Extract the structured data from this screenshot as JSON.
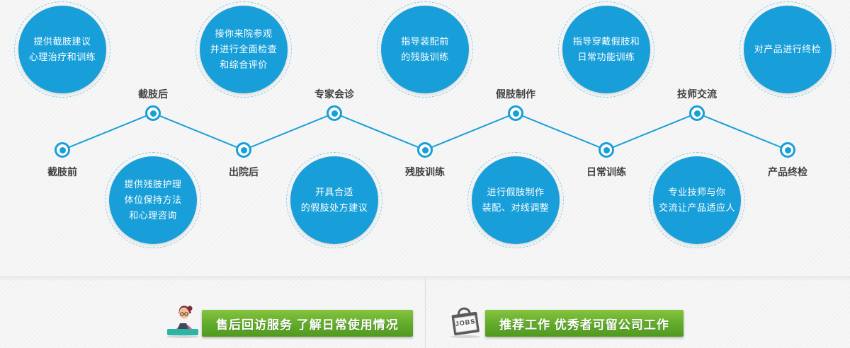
{
  "theme": {
    "blue": "#189fd9",
    "dashed_ring_blue": "#86cdeb",
    "green_top": "#86c440",
    "green_bottom": "#4f9a1e"
  },
  "process": {
    "stages": [
      {
        "label": "截肢前",
        "desc": "提供截肢建议\n心理治疗和训练"
      },
      {
        "label": "截肢后",
        "desc": "提供残肢护理\n体位保持方法\n和心理咨询"
      },
      {
        "label": "出院后",
        "desc": "接你来院参观\n并进行全面检查\n和综合评价"
      },
      {
        "label": "专家会诊",
        "desc": "开具合适\n的假肢处方建议"
      },
      {
        "label": "残肢训练",
        "desc": "指导装配前\n的残肢训练"
      },
      {
        "label": "假肢制作",
        "desc": "进行假肢制作\n装配、对线调整"
      },
      {
        "label": "日常训练",
        "desc": "指导穿戴假肢和\n日常功能训练"
      },
      {
        "label": "技师交流",
        "desc": "专业技师与你\n交流让产品适应人"
      },
      {
        "label": "产品终检",
        "desc": "对产品进行终检"
      }
    ]
  },
  "footer": {
    "after_sales": {
      "label": "售后回访服务 了解日常使用情况",
      "icon": "after-sales-consultant-icon"
    },
    "jobs": {
      "label": "推荐工作 优秀者可留公司工作",
      "icon": "jobs-bag-icon",
      "icon_text": "JOBS"
    }
  }
}
